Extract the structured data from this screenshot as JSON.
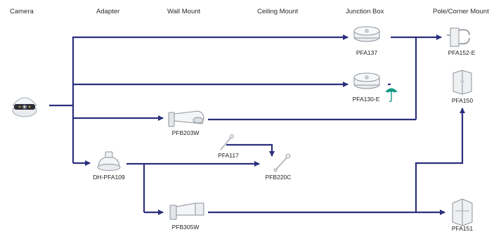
{
  "headers": {
    "camera": "Camera",
    "adapter": "Adapter",
    "wall_mount": "Wall Mount",
    "ceiling_mount": "Ceiling Mount",
    "junction_box": "Junction Box",
    "pole_corner_mount": "Pole/Corner Mount"
  },
  "devices": {
    "pfa137": "PFA137",
    "pfa130e": "PFA130-E",
    "pfb203w": "PFB203W",
    "pfa117": "PFA117",
    "pfb220c": "PFB220C",
    "dhpfa109": "DH-PFA109",
    "pfb305w": "PFB305W",
    "pfa152e": "PFA152-E",
    "pfa150": "PFA150",
    "pfa151": "PFA151"
  },
  "colors": {
    "line": "#2b2f7c",
    "device_fill": "#e9ebee",
    "device_stroke": "#8e949b",
    "umbrella": "#139b85"
  },
  "icons": {
    "camera": "dome-camera-icon",
    "umbrella": "umbrella-icon"
  }
}
